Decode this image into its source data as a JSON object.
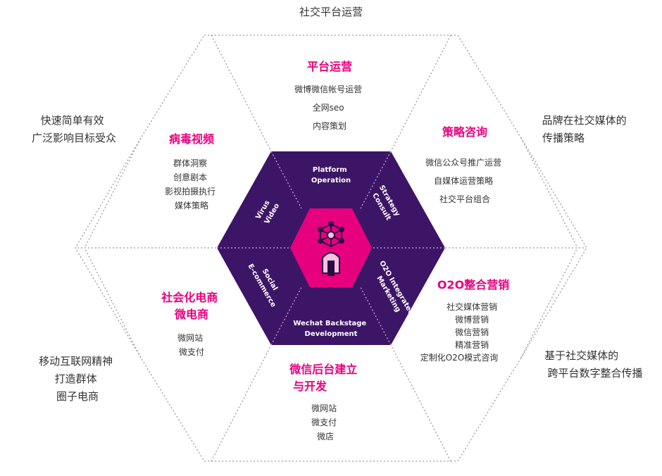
{
  "outer": {
    "top": "社交平台运营",
    "left_top": [
      "快速简单有效",
      "广泛影响目标受众"
    ],
    "right_top": [
      "品牌在社交媒体的",
      "传播策略"
    ],
    "left_bottom": [
      "移动互联网精神",
      "打造群体",
      "圈子电商"
    ],
    "right_bottom": [
      "基于社交媒体的",
      "跨平台数字整合传播"
    ]
  },
  "sections": {
    "platform": {
      "title": "平台运营",
      "items": [
        "微博微信帐号运营",
        "全网seo",
        "内容策划"
      ]
    },
    "strategy": {
      "title": "策略咨询",
      "items": [
        "微信公众号推广运营",
        "自媒体运营策略",
        "社交平台组合"
      ]
    },
    "viral": {
      "title": "病毒视频",
      "items": [
        "群体洞察",
        "创意剧本",
        "影视拍摄执行",
        "媒体策略"
      ]
    },
    "ecommerce": {
      "title": [
        "社会化电商",
        "微电商"
      ],
      "items": [
        "微网站",
        "微支付"
      ]
    },
    "o2o": {
      "title": "O2O整合营销",
      "items": [
        "社交媒体营销",
        "微博营销",
        "微信营销",
        "精准营销",
        "定制化O2O模式咨询"
      ]
    },
    "wechat": {
      "title": [
        "微信后台建立",
        "与开发"
      ],
      "items": [
        "微网站",
        "微支付",
        "微店"
      ]
    }
  },
  "inner": {
    "platform": [
      "Platform",
      "Operation"
    ],
    "strategy": [
      "Strategy",
      "Consult"
    ],
    "o2o": [
      "O2O Integrated",
      "Marketing"
    ],
    "wechat": [
      "Wechat Backstage",
      "Development"
    ],
    "ecommerce": [
      "Social",
      "E-commerce"
    ],
    "viral": [
      "Virus",
      "Video"
    ]
  },
  "colors": {
    "accent": "#e6007e",
    "inner_hex": "#3d1566",
    "divider": "#9a9a9a",
    "text": "#333333"
  },
  "center_icon": "network-person-icon"
}
